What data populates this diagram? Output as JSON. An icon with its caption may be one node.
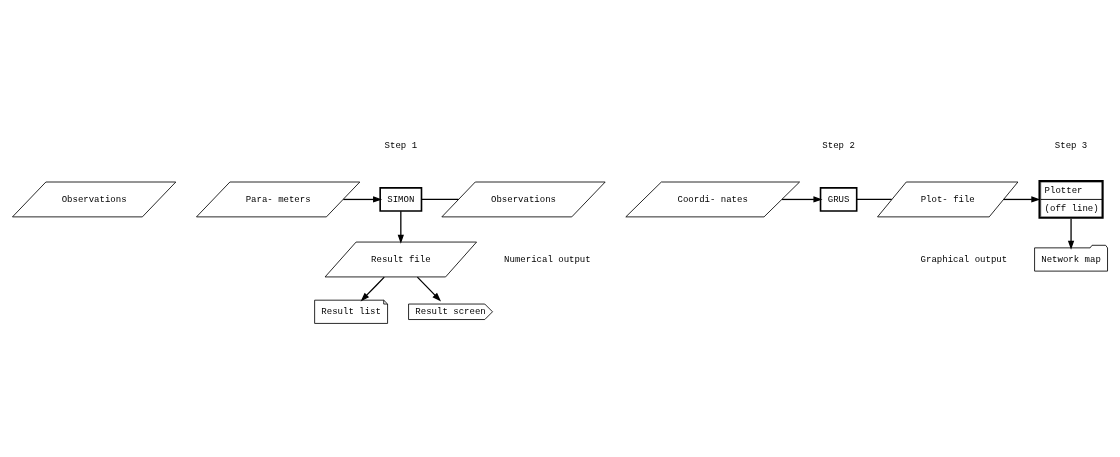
{
  "diagram": {
    "nodes": [
      {
        "text": [
          "Observations"
        ]
      },
      {
        "text": [
          "Para- meters"
        ]
      },
      {
        "text": [
          "SIMON"
        ]
      },
      {
        "text": [
          "Observations"
        ]
      },
      {
        "text": [
          "Coordi- nates"
        ]
      },
      {
        "text": [
          "GRUS"
        ]
      },
      {
        "text": [
          "Plot- file"
        ]
      },
      {
        "text": [
          "Plotter",
          "(off line)"
        ]
      },
      {
        "text": [
          "Result file"
        ]
      },
      {
        "text": [
          "Result list"
        ]
      },
      {
        "text": [
          "Result screen"
        ]
      },
      {
        "text": [
          "Network map"
        ]
      }
    ],
    "edges": [
      {
        "from": 1,
        "to": 2,
        "arrow": "to"
      },
      {
        "from": 2,
        "to": 3,
        "arrow": "none"
      },
      {
        "from": 4,
        "to": 5,
        "arrow": "to"
      },
      {
        "from": 5,
        "to": 6,
        "arrow": "none"
      },
      {
        "from": 6,
        "to": 7,
        "arrow": "to"
      },
      {
        "from": 2,
        "to": 8,
        "arrow": "to"
      },
      {
        "from": 8,
        "to": 9,
        "arrow": "to"
      },
      {
        "from": 8,
        "to": 10,
        "arrow": "to"
      },
      {
        "from": 7,
        "to": 11,
        "arrow": "to"
      }
    ],
    "labels": [
      "Step 1",
      "Step 2",
      "Step 3",
      "Numerical output",
      "Graphical output"
    ]
  }
}
